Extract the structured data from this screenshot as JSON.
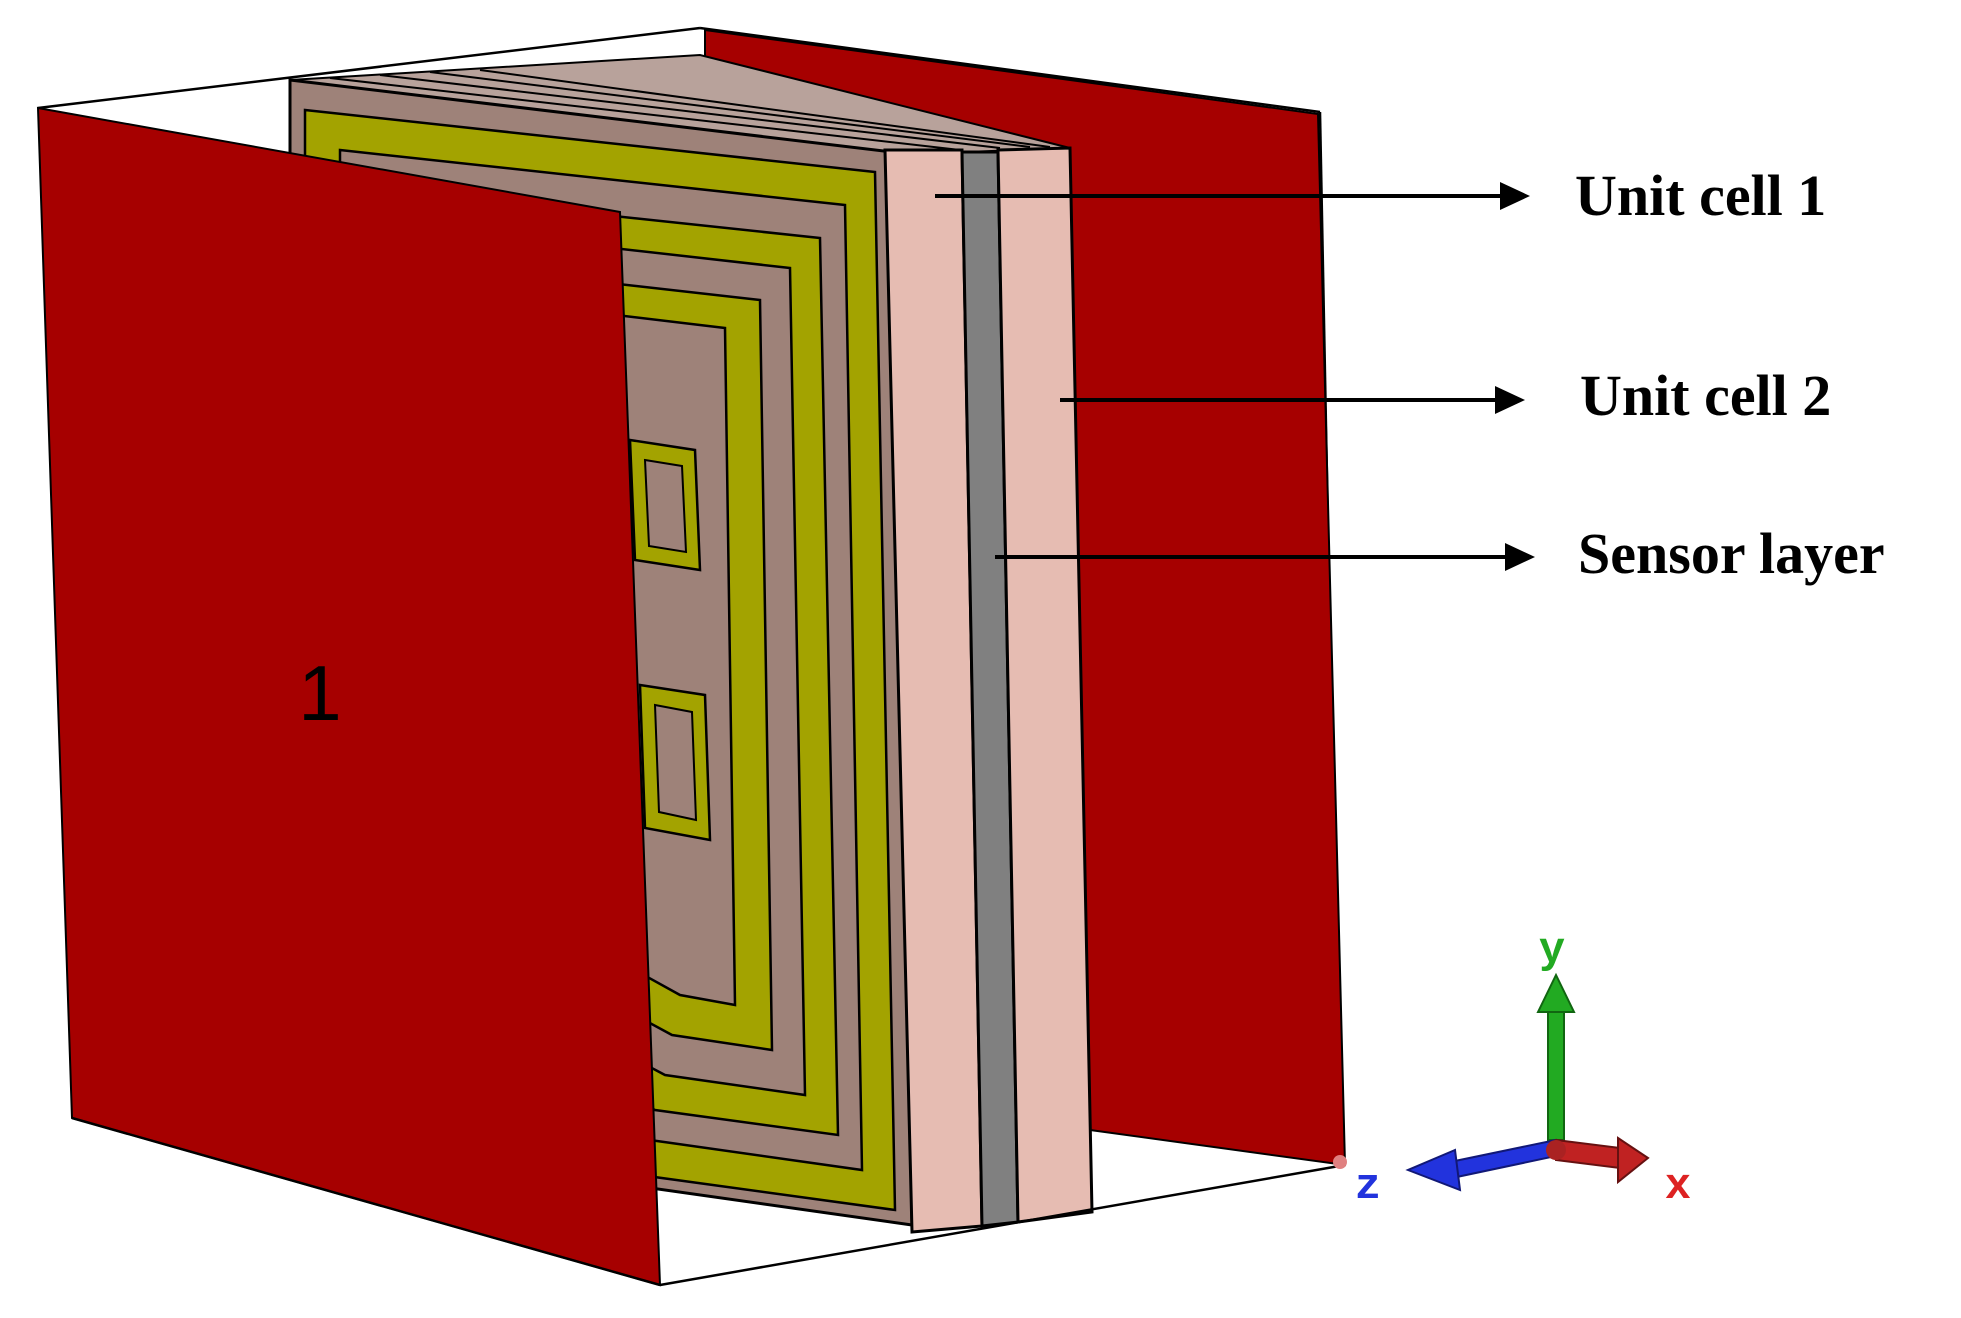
{
  "port": {
    "label": "1"
  },
  "callouts": [
    {
      "id": "unit-cell-1",
      "label": "Unit cell 1"
    },
    {
      "id": "unit-cell-2",
      "label": "Unit cell 2"
    },
    {
      "id": "sensor-layer",
      "label": "Sensor layer"
    }
  ],
  "axes": [
    {
      "id": "y",
      "label": "y",
      "color": "#22aa22"
    },
    {
      "id": "z",
      "label": "z",
      "color": "#2233dd"
    },
    {
      "id": "x",
      "label": "x",
      "color": "#dd2222"
    }
  ],
  "colors": {
    "port_plane": "#a60000",
    "substrate": "#9e8279",
    "substrate_top": "#b8a29b",
    "copper_ring": "#a3a300",
    "sensor_layer": "#808080",
    "spacer": "#e6bcb2"
  }
}
